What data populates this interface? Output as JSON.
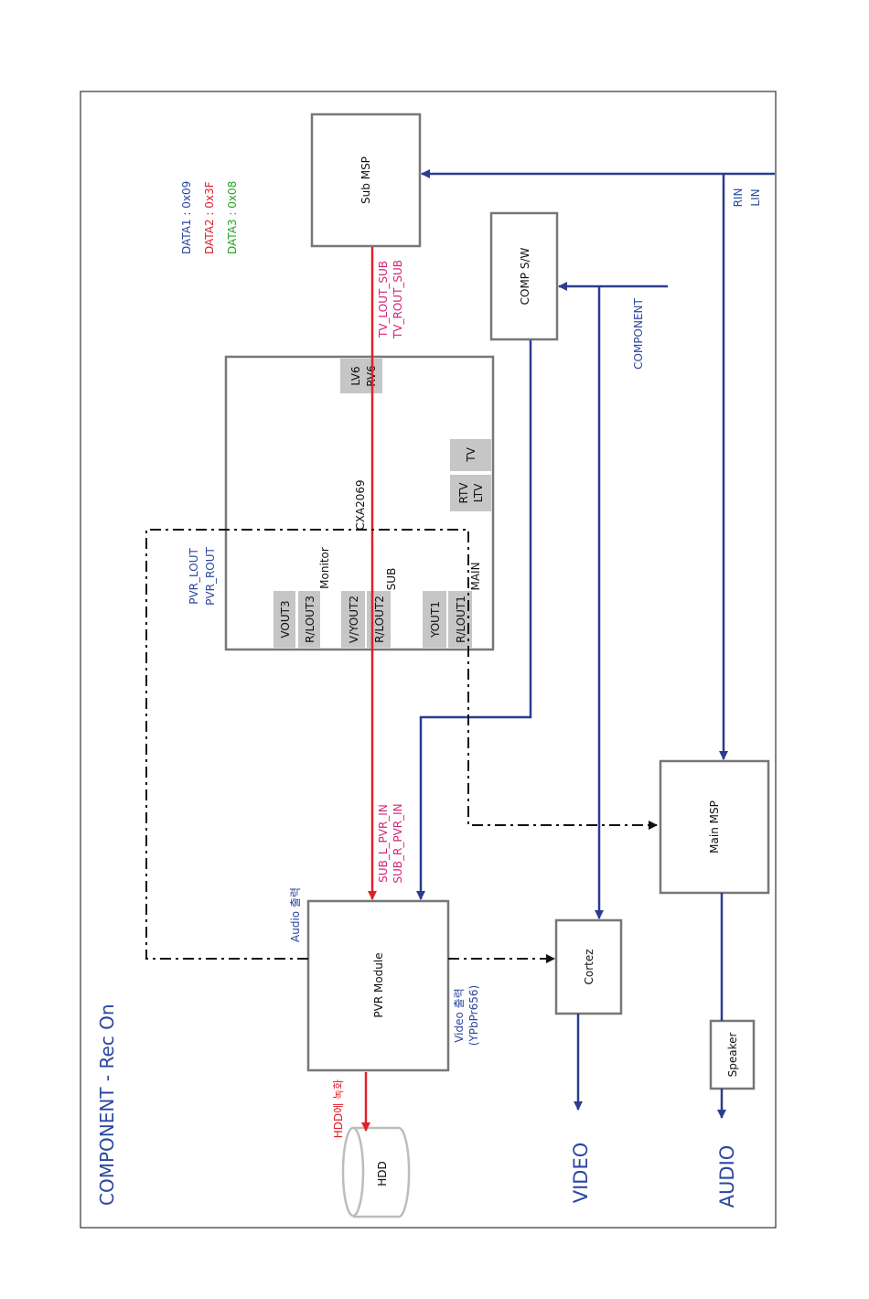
{
  "title": "COMPONENT  -  Rec On",
  "legend": {
    "data1": "DATA1 : 0x09",
    "data2": "DATA2 : 0x3F",
    "data3": "DATA3 : 0x08"
  },
  "blocks": {
    "sub_msp": "Sub MSP",
    "comp_sw": "COMP S/W",
    "cxa": "CXA2069",
    "pvr_module": "PVR Module",
    "cortez": "Cortez",
    "main_msp": "Main MSP",
    "speaker": "Speaker",
    "hdd": "HDD"
  },
  "chips": {
    "lv6": "LV6",
    "rv6": "RV6",
    "tv": "TV",
    "rtv": "RTV",
    "ltv": "LTV",
    "vout3": "VOUT3",
    "rlout3": "R/LOUT3",
    "vyout2": "V/YOUT2",
    "rlout2": "R/LOUT2",
    "yout1": "YOUT1",
    "rlout1": "R/LOUT1"
  },
  "labels": {
    "monitor": "Monitor",
    "sub": "SUB",
    "main": "MAIN",
    "tv_lout_sub": "TV_LOUT_SUB",
    "tv_rout_sub": "TV_ROUT_SUB",
    "rin": "RIN",
    "lin": "LIN",
    "component": "COMPONENT",
    "pvr_lout": "PVR_LOUT",
    "pvr_rout": "PVR_ROUT",
    "sub_l_pvr_in": "SUB_L_PVR_IN",
    "sub_r_pvr_in": "SUB_R_PVR_IN",
    "audio_out": "Audio 출력",
    "video_out": "Video 출력",
    "video_fmt": "(YPbPr656)",
    "hdd_rec": "HDD에 녹화",
    "video": "VIDEO",
    "audio": "AUDIO"
  },
  "colors": {
    "blue_line": "#2a3d8f",
    "red_line": "#e0202a",
    "label_blue": "#2a46a0",
    "label_magenta": "#d4237a",
    "label_green": "#27a327"
  }
}
